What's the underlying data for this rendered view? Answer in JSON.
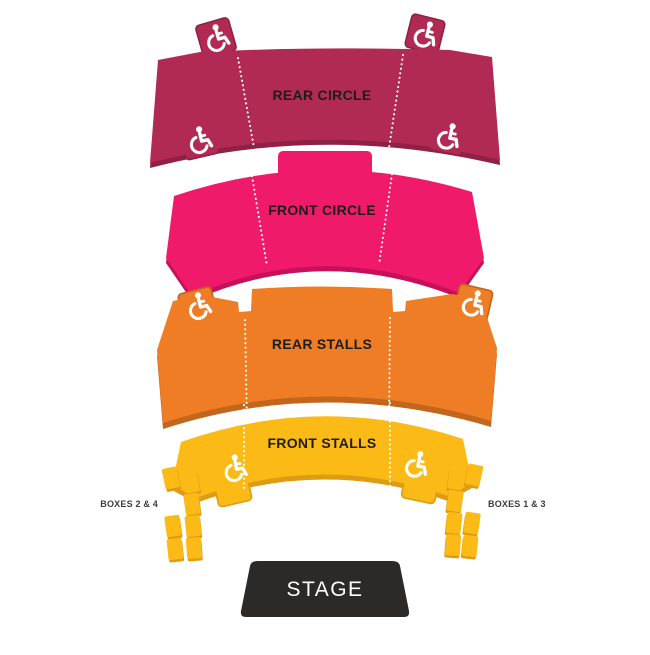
{
  "sections": {
    "rear_circle": {
      "label": "REAR CIRCLE",
      "color": "#b12a53",
      "shadow_color": "#8e2144",
      "wheelchair_positions": 4
    },
    "front_circle": {
      "label": "FRONT CIRCLE",
      "color": "#f01a6b",
      "shadow_color": "#c6105a",
      "wheelchair_positions": 0
    },
    "rear_stalls": {
      "label": "REAR STALLS",
      "color": "#ee7d25",
      "shadow_color": "#c2661c",
      "wheelchair_positions": 2
    },
    "front_stalls": {
      "label": "FRONT STALLS",
      "color": "#fcba16",
      "shadow_color": "#dd9c12",
      "wheelchair_positions": 2
    }
  },
  "boxes": {
    "left_label": "BOXES 2 & 4",
    "right_label": "BOXES 1 & 3",
    "color": "#fcba16",
    "shadow_color": "#dd9c12",
    "count_left": 7,
    "count_right": 7
  },
  "stage": {
    "label": "STAGE",
    "color": "#2b2a29",
    "text_color": "#ffffff"
  },
  "icons": {
    "wheelchair": "wheelchair accessible seating position"
  },
  "aisle_line_color": "#ffffff",
  "label_color": "#1d1d1b",
  "background_color": "#ffffff"
}
